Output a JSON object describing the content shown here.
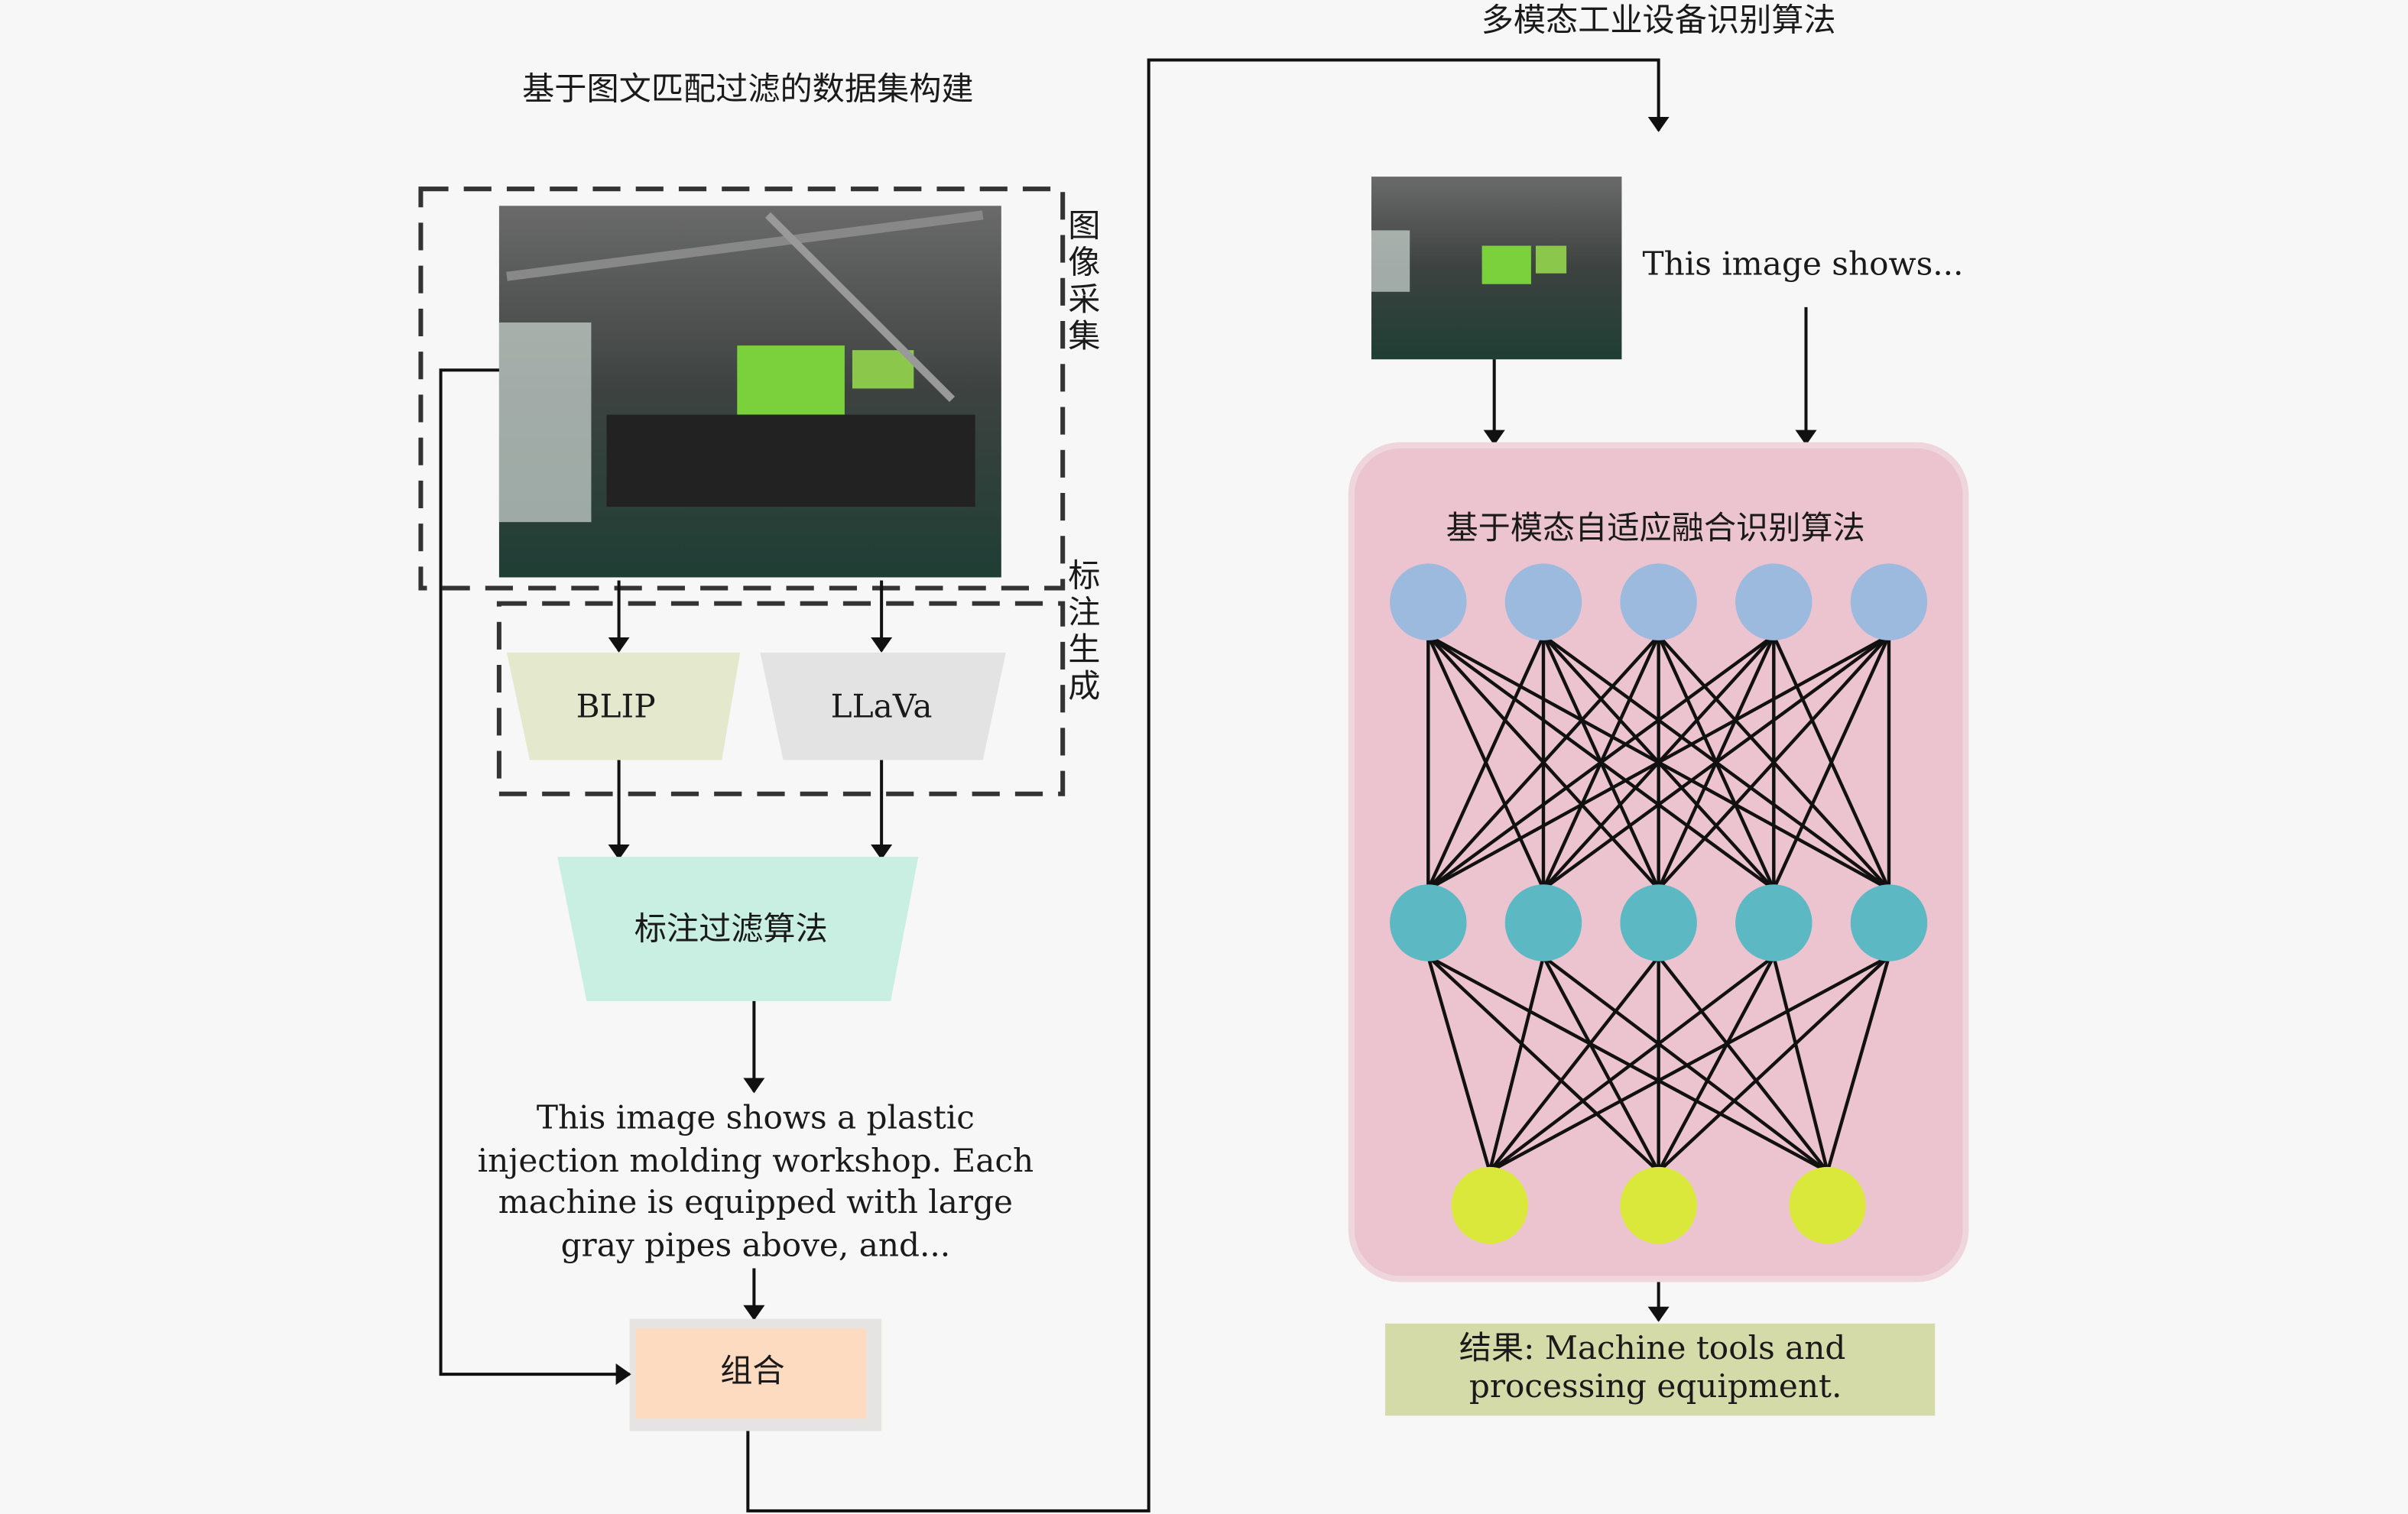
{
  "left": {
    "title": "基于图文匹配过滤的数据集构建",
    "label_capture": [
      "图",
      "像",
      "采",
      "集"
    ],
    "label_annotate": [
      "标",
      "注",
      "生",
      "成"
    ],
    "model_blip": "BLIP",
    "model_llava": "LLaVa",
    "filter": "标注过滤算法",
    "caption_lines": [
      "This image shows a plastic",
      "injection molding workshop. Each",
      "machine is equipped with large",
      "gray pipes above, and..."
    ],
    "combine": "组合"
  },
  "right": {
    "title": "多模态工业设备识别算法",
    "text_input": "This image shows...",
    "fusion_title": "基于模态自适应融合识别算法",
    "network_layers": [
      5,
      5,
      3
    ],
    "result_lines": [
      "结果: Machine tools and",
      "processing equipment."
    ]
  },
  "colors": {
    "blip": "#e4e8cd",
    "llava": "#e3e3e3",
    "filter": "#c9efe2",
    "combine": "#fddbc0",
    "fusion_bg": "#ecc4d0",
    "layer1": "#9cbade",
    "layer2": "#5cb8c3",
    "layer3": "#d9e83b",
    "result": "#d5daa9"
  }
}
